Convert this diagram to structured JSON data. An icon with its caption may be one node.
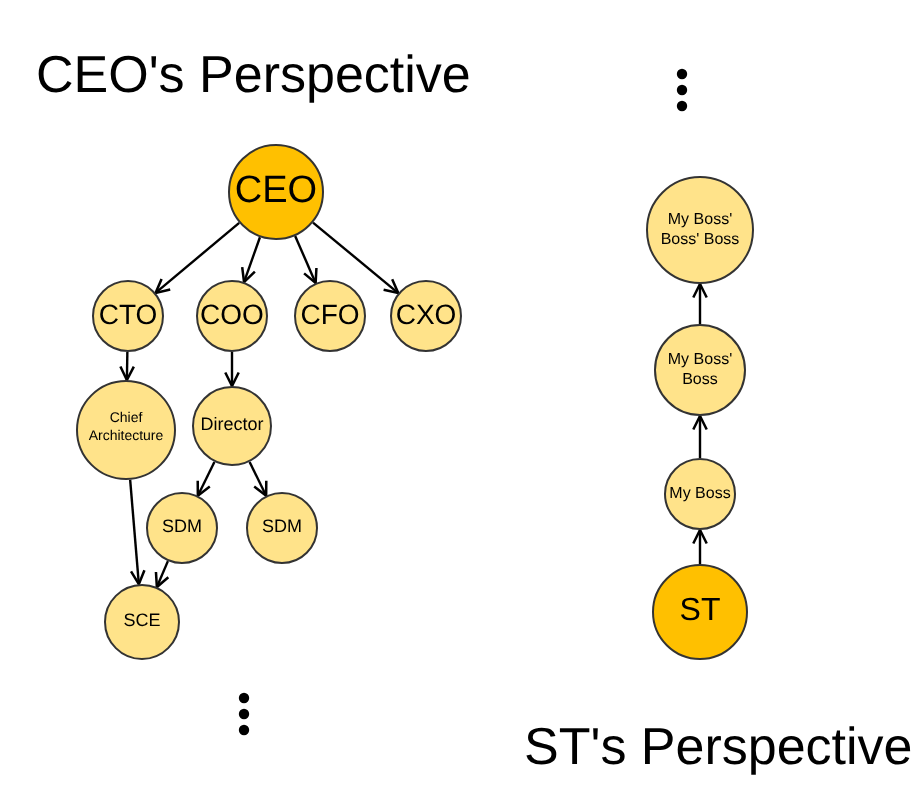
{
  "diagram": {
    "nodes": [
      {
        "text": [
          "CEO"
        ]
      },
      {
        "text": [
          "CTO"
        ]
      },
      {
        "text": [
          "COO"
        ]
      },
      {
        "text": [
          "CFO"
        ]
      },
      {
        "text": [
          "CXO"
        ]
      },
      {
        "text": [
          "Chief Architecture"
        ]
      },
      {
        "text": [
          "Director"
        ]
      },
      {
        "text": [
          "SDM"
        ]
      },
      {
        "text": [
          "SDM"
        ]
      },
      {
        "text": [
          "SCE"
        ]
      },
      {
        "text": [
          "My Boss' Boss' Boss"
        ]
      },
      {
        "text": [
          "My Boss' Boss"
        ]
      },
      {
        "text": [
          "My Boss"
        ]
      },
      {
        "text": [
          "ST"
        ]
      }
    ],
    "edges": [
      {
        "from": 0,
        "to": 1,
        "arrow": "to"
      },
      {
        "from": 0,
        "to": 2,
        "arrow": "to"
      },
      {
        "from": 0,
        "to": 3,
        "arrow": "to"
      },
      {
        "from": 0,
        "to": 4,
        "arrow": "to"
      },
      {
        "from": 1,
        "to": 5,
        "arrow": "to"
      },
      {
        "from": 2,
        "to": 6,
        "arrow": "to"
      },
      {
        "from": 6,
        "to": 7,
        "arrow": "to"
      },
      {
        "from": 6,
        "to": 8,
        "arrow": "to"
      },
      {
        "from": 5,
        "to": 9,
        "arrow": "to"
      },
      {
        "from": 7,
        "to": 9,
        "arrow": "to"
      },
      {
        "from": 13,
        "to": 12,
        "arrow": "to"
      },
      {
        "from": 12,
        "to": 11,
        "arrow": "to"
      },
      {
        "from": 11,
        "to": 10,
        "arrow": "to"
      }
    ],
    "labels": [
      "CEO's Perspective",
      "ST's Perspective"
    ]
  }
}
